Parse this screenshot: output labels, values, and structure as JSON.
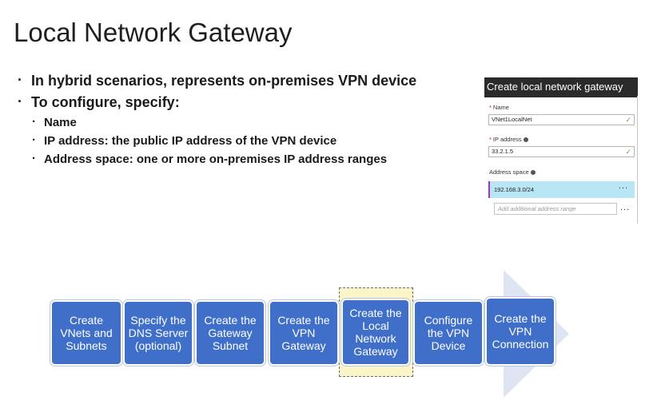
{
  "title": "Local Network Gateway",
  "bullets": [
    "In hybrid scenarios, represents on-premises VPN device",
    "To configure, specify:"
  ],
  "sub_bullets": [
    "Name",
    "IP address: the public IP address of the VPN device",
    "Address space: one or more on-premises IP address ranges"
  ],
  "panel": {
    "header": "Create local network gateway",
    "name_label": "Name",
    "name_value": "VNet1LocalNet",
    "ip_label": "IP address",
    "ip_value": "33.2.1.5",
    "address_space_label": "Address space",
    "address_value": "192.168.3.0/24",
    "add_placeholder": "Add additional address range",
    "more": "...",
    "required_mark": "*",
    "check": "✓"
  },
  "steps": [
    "Create VNets and Subnets",
    "Specify the DNS Server (optional)",
    "Create the Gateway Subnet",
    "Create the VPN Gateway",
    "Create the Local Network Gateway",
    "Configure the VPN Device",
    "Create the VPN Connection"
  ],
  "colors": {
    "step_fill": "#3f6fc8",
    "highlight": "#fbf5c8",
    "chevron": "#dfe4f3",
    "panel_header": "#2b2b2b",
    "address_row": "#b9e6f5"
  }
}
